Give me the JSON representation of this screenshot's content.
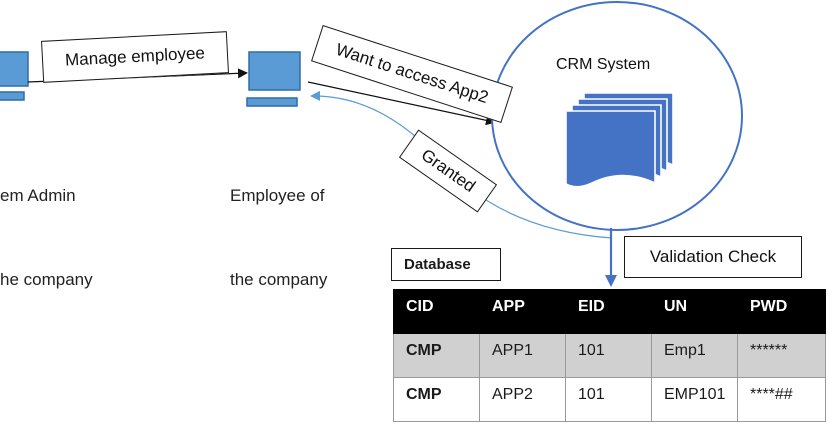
{
  "actors": {
    "admin_line1": "em Admin",
    "admin_line2": "he company",
    "employee_line1": "Employee of",
    "employee_line2": "the company"
  },
  "labels": {
    "manage": "Manage employee",
    "want_access": "Want to access App2",
    "granted": "Granted",
    "validation": "Validation Check"
  },
  "crm": {
    "title": "CRM System"
  },
  "database": {
    "title": "Database",
    "columns": [
      "CID",
      "APP",
      "EID",
      "UN",
      "PWD"
    ],
    "rows": [
      [
        "CMP",
        "APP1",
        "101",
        "Emp1",
        "******"
      ],
      [
        "CMP",
        "APP2",
        "101",
        "EMP101",
        "****##"
      ]
    ]
  },
  "colors": {
    "computer_fill": "#5b9bd5",
    "computer_stroke": "#2e6da4",
    "crm_doc_fill": "#4472c4",
    "arrow_blue": "#5b9bd5",
    "arrow_dark_blue": "#4472c4",
    "header_bg": "#000000",
    "row_shaded": "#d0d0d0"
  }
}
